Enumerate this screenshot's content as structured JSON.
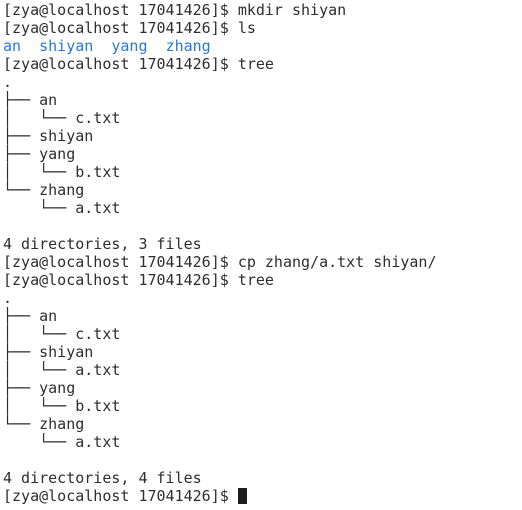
{
  "terminal": {
    "lines": [
      {
        "kind": "prompt",
        "prompt": "[zya@localhost 17041426]$ ",
        "command": "mkdir shiyan"
      },
      {
        "kind": "prompt",
        "prompt": "[zya@localhost 17041426]$ ",
        "command": "ls"
      },
      {
        "kind": "dirlist",
        "entries": [
          "an",
          "shiyan",
          "yang",
          "zhang"
        ]
      },
      {
        "kind": "prompt",
        "prompt": "[zya@localhost 17041426]$ ",
        "command": "tree"
      },
      {
        "kind": "text",
        "text": "."
      },
      {
        "kind": "text",
        "text": "├── an"
      },
      {
        "kind": "text",
        "text": "│   └── c.txt"
      },
      {
        "kind": "text",
        "text": "├── shiyan"
      },
      {
        "kind": "text",
        "text": "├── yang"
      },
      {
        "kind": "text",
        "text": "│   └── b.txt"
      },
      {
        "kind": "text",
        "text": "└── zhang"
      },
      {
        "kind": "text",
        "text": "    └── a.txt"
      },
      {
        "kind": "text",
        "text": ""
      },
      {
        "kind": "text",
        "text": "4 directories, 3 files"
      },
      {
        "kind": "prompt",
        "prompt": "[zya@localhost 17041426]$ ",
        "command": "cp zhang/a.txt shiyan/"
      },
      {
        "kind": "prompt",
        "prompt": "[zya@localhost 17041426]$ ",
        "command": "tree"
      },
      {
        "kind": "text",
        "text": "."
      },
      {
        "kind": "text",
        "text": "├── an"
      },
      {
        "kind": "text",
        "text": "│   └── c.txt"
      },
      {
        "kind": "text",
        "text": "├── shiyan"
      },
      {
        "kind": "text",
        "text": "│   └── a.txt"
      },
      {
        "kind": "text",
        "text": "├── yang"
      },
      {
        "kind": "text",
        "text": "│   └── b.txt"
      },
      {
        "kind": "text",
        "text": "└── zhang"
      },
      {
        "kind": "text",
        "text": "    └── a.txt"
      },
      {
        "kind": "text",
        "text": ""
      },
      {
        "kind": "text",
        "text": "4 directories, 4 files"
      },
      {
        "kind": "cursor",
        "prompt": "[zya@localhost 17041426]$ "
      }
    ]
  },
  "colors": {
    "background": "#ffffff",
    "foreground": "#2e2e2e",
    "directory": "#2a78d6",
    "cursor": "#1e1e1e"
  }
}
